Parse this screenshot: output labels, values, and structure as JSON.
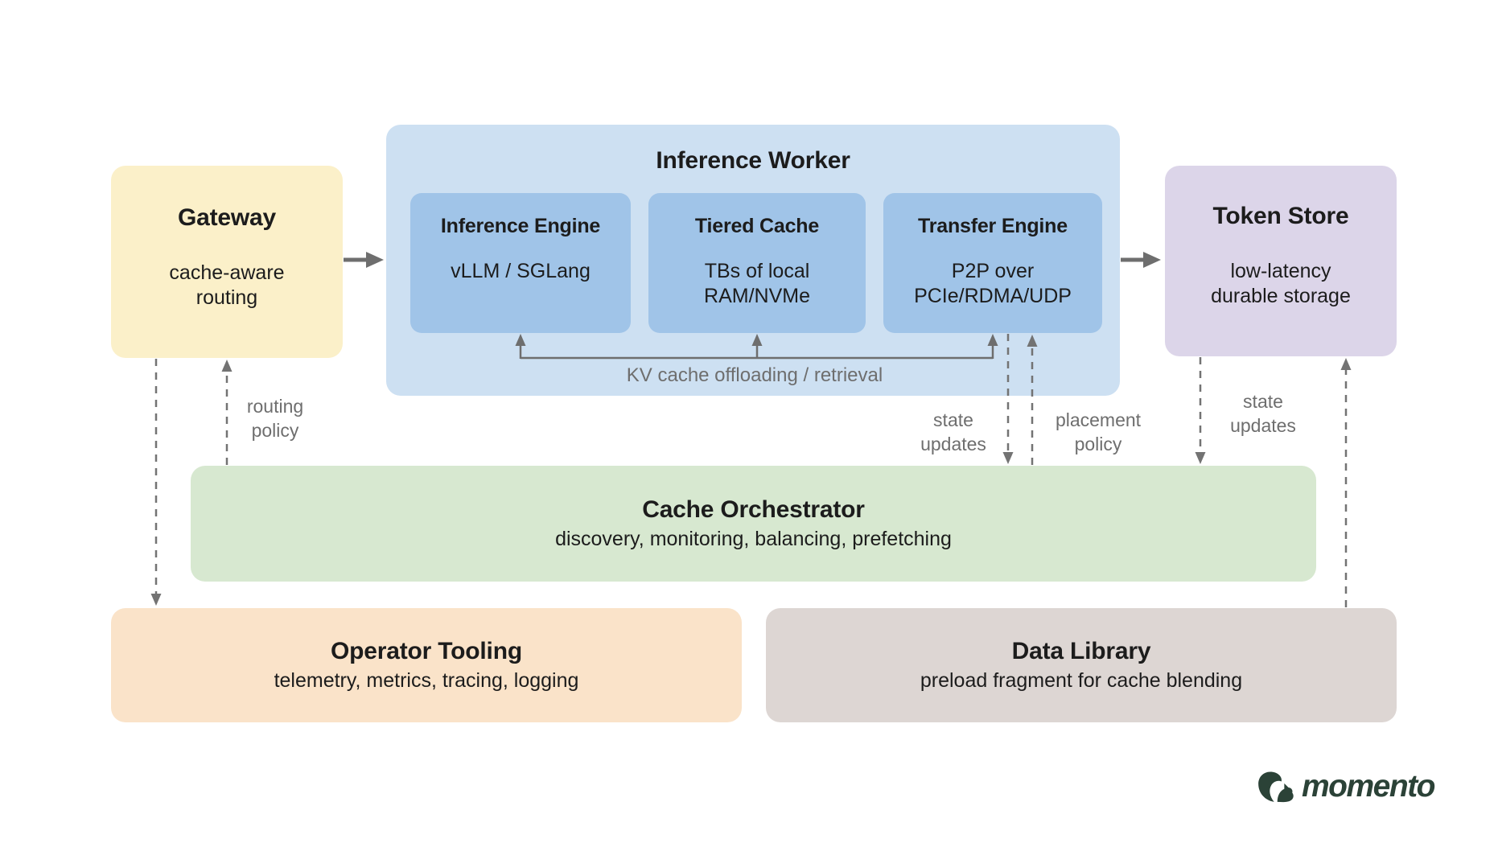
{
  "page": {
    "background": "#ffffff"
  },
  "nodes": {
    "gateway": {
      "title": "Gateway",
      "body": "cache-aware\nrouting",
      "color": "#FBF0C9"
    },
    "inference_worker": {
      "title": "Inference Worker",
      "color": "#CDE0F2"
    },
    "inference_engine": {
      "title": "Inference Engine",
      "body": "vLLM / SGLang",
      "color": "#A0C4E8"
    },
    "tiered_cache": {
      "title": "Tiered Cache",
      "body": "TBs of local\nRAM/NVMe",
      "color": "#A0C4E8"
    },
    "transfer_engine": {
      "title": "Transfer Engine",
      "body": "P2P over\nPCIe/RDMA/UDP",
      "color": "#A0C4E8"
    },
    "token_store": {
      "title": "Token Store",
      "body": "low-latency\ndurable storage",
      "color": "#DCD5E9"
    },
    "cache_orchestrator": {
      "title": "Cache Orchestrator",
      "body": "discovery, monitoring, balancing, prefetching",
      "color": "#D7E8D0"
    },
    "operator_tooling": {
      "title": "Operator Tooling",
      "body": "telemetry, metrics, tracing, logging",
      "color": "#FAE3C9"
    },
    "data_library": {
      "title": "Data Library",
      "body": "preload fragment for cache blending",
      "color": "#DDD6D3"
    }
  },
  "edge_labels": {
    "kv_cache": "KV cache offloading / retrieval",
    "routing_policy": "routing\npolicy",
    "state_updates_worker": "state\nupdates",
    "placement_policy": "placement\npolicy",
    "state_updates_store": "state\nupdates"
  },
  "edges": {
    "solid_arrow_color": "#6E6E6E",
    "dashed_arrow_color": "#737373"
  },
  "branding": {
    "logo_text": "momento",
    "logo_color": "#2B4237"
  }
}
